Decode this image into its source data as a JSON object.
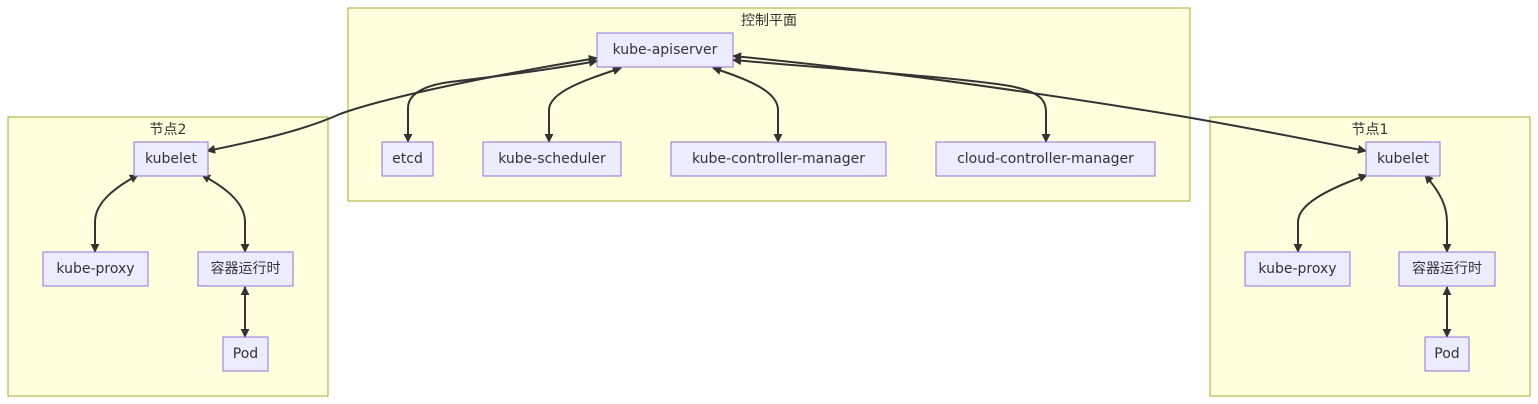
{
  "clusters": {
    "control_plane": {
      "label": "控制平面"
    },
    "node2": {
      "label": "节点2"
    },
    "node1": {
      "label": "节点1"
    }
  },
  "nodes": {
    "apiserver": "kube-apiserver",
    "etcd": "etcd",
    "scheduler": "kube-scheduler",
    "controller_manager": "kube-controller-manager",
    "cloud_controller_manager": "cloud-controller-manager",
    "node2_kubelet": "kubelet",
    "node2_proxy": "kube-proxy",
    "node2_runtime": "容器运行时",
    "node2_pod": "Pod",
    "node1_kubelet": "kubelet",
    "node1_proxy": "kube-proxy",
    "node1_runtime": "容器运行时",
    "node1_pod": "Pod"
  },
  "edges": [
    {
      "from": "kube-apiserver",
      "to": "etcd",
      "direction": "both"
    },
    {
      "from": "kube-apiserver",
      "to": "kube-scheduler",
      "direction": "both"
    },
    {
      "from": "kube-apiserver",
      "to": "kube-controller-manager",
      "direction": "both"
    },
    {
      "from": "kube-apiserver",
      "to": "cloud-controller-manager",
      "direction": "both"
    },
    {
      "from": "kube-apiserver",
      "to": "kubelet (节点2)",
      "direction": "both"
    },
    {
      "from": "kube-apiserver",
      "to": "kubelet (节点1)",
      "direction": "both"
    },
    {
      "from": "kubelet (节点2)",
      "to": "kube-proxy (节点2)",
      "direction": "both"
    },
    {
      "from": "kubelet (节点2)",
      "to": "容器运行时 (节点2)",
      "direction": "both"
    },
    {
      "from": "容器运行时 (节点2)",
      "to": "Pod (节点2)",
      "direction": "both"
    },
    {
      "from": "kubelet (节点1)",
      "to": "kube-proxy (节点1)",
      "direction": "both"
    },
    {
      "from": "kubelet (节点1)",
      "to": "容器运行时 (节点1)",
      "direction": "both"
    },
    {
      "from": "容器运行时 (节点1)",
      "to": "Pod (节点1)",
      "direction": "both"
    }
  ],
  "colors": {
    "cluster_fill": "#ffffde",
    "cluster_stroke": "#aaaa33",
    "node_fill": "#ececff",
    "node_stroke": "#9370db",
    "edge": "#333333",
    "text": "#333333"
  }
}
